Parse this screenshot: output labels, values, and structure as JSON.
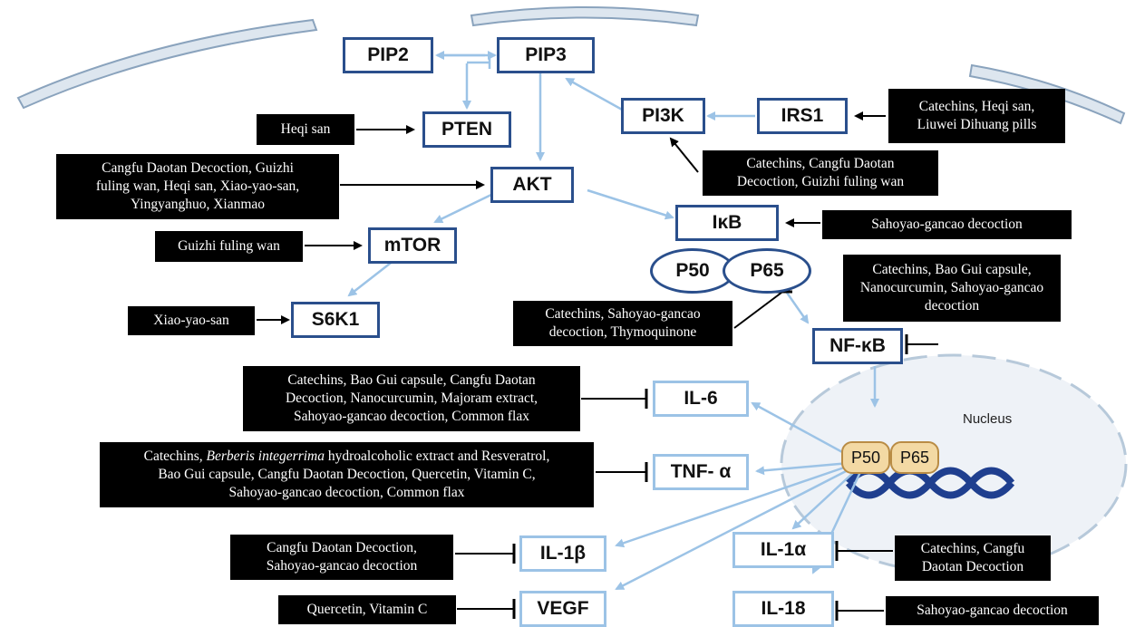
{
  "nodes": {
    "pip2": "PIP2",
    "pip3": "PIP3",
    "pten": "PTEN",
    "pi3k": "PI3K",
    "irs1": "IRS1",
    "akt": "AKT",
    "ikb": "IκB",
    "mtor": "mTOR",
    "s6k1": "S6K1",
    "p50": "P50",
    "p65": "P65",
    "nfkb": "NF-κB",
    "il6": "IL-6",
    "tnfa": "TNF- α",
    "il1b": "IL-1β",
    "il1a": "IL-1α",
    "vegf": "VEGF",
    "il18": "IL-18"
  },
  "nucleus": {
    "label": "Nucleus",
    "p50": "P50",
    "p65": "P65"
  },
  "compounds": {
    "heqi_pten": [
      "Heqi san"
    ],
    "irs1_box": [
      "Catechins, Heqi san,",
      "Liuwei Dihuang pills"
    ],
    "pi3k_box": [
      "Catechins, Cangfu Daotan",
      "Decoction, Guizhi fuling wan"
    ],
    "akt_box": [
      "Cangfu Daotan Decoction, Guizhi",
      "fuling wan, Heqi san, Xiao-yao-san,",
      "Yingyanghuo, Xianmao"
    ],
    "ikb_box": [
      "Sahoyao-gancao decoction"
    ],
    "mtor_box": [
      "Guizhi fuling wan"
    ],
    "s6k1_box": [
      "Xiao-yao-san"
    ],
    "p65_box": [
      "Catechins, Sahoyao-gancao",
      "decoction, Thymoquinone"
    ],
    "nfkb_box": [
      "Catechins, Bao Gui capsule,",
      "Nanocurcumin, Sahoyao-gancao",
      "decoction"
    ],
    "il6_box": [
      "Catechins, Bao Gui capsule, Cangfu Daotan",
      "Decoction, Nanocurcumin, Majoram extract,",
      "Sahoyao-gancao decoction, Common flax"
    ],
    "tnf_box": {
      "line1_pre": "Catechins, ",
      "line1_italic": "Berberis integerrima",
      "line1_post": " hydroalcoholic extract and Resveratrol,",
      "line2": "Bao Gui capsule, Cangfu Daotan Decoction, Quercetin, Vitamin C,",
      "line3": "Sahoyao-gancao decoction, Common flax"
    },
    "il1b_box": [
      "Cangfu Daotan Decoction,",
      "Sahoyao-gancao decoction"
    ],
    "il1a_box": [
      "Catechins, Cangfu",
      "Daotan Decoction"
    ],
    "vegf_box": [
      "Quercetin,  Vitamin C"
    ],
    "il18_box": [
      "Sahoyao-gancao decoction"
    ]
  },
  "colors": {
    "dark_node_border": "#2a4f8c",
    "light_node_border": "#9cc3e6",
    "arrow": "#9cc3e6",
    "compound_bg": "#000000",
    "compound_text": "#ffffff",
    "membrane_fill": "#dde6ef",
    "membrane_stroke": "#8aa3bd",
    "nucleus_fill": "#eef2f7",
    "dna": "#1f3f8f",
    "pill_fill": "#f3d9a4"
  }
}
